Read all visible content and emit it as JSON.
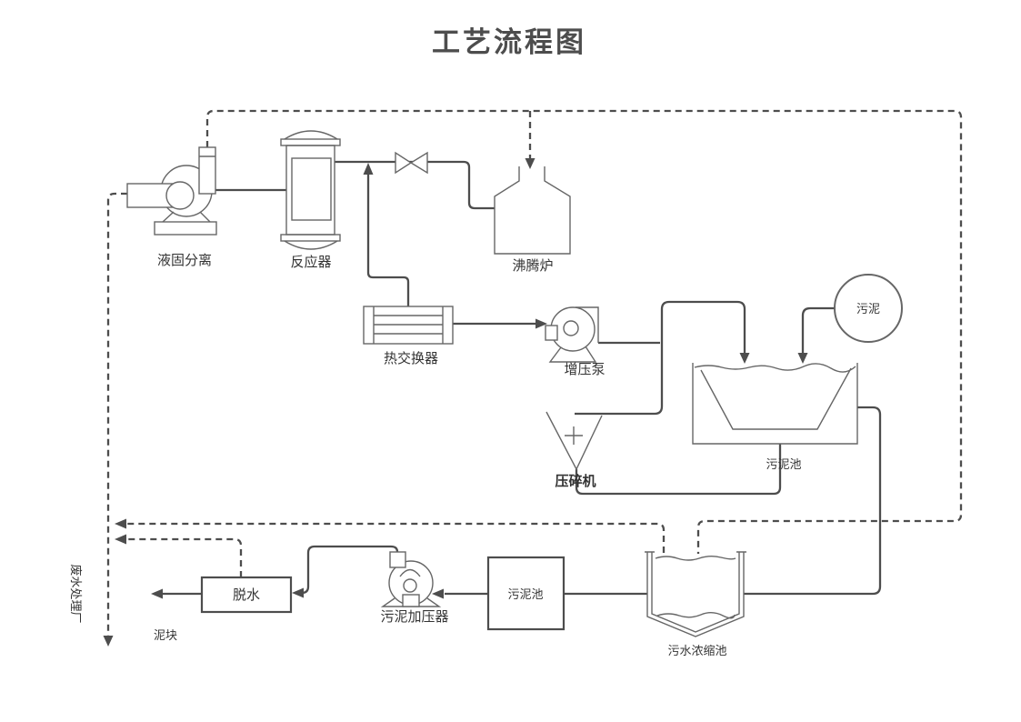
{
  "title": "工艺流程图",
  "nodes": {
    "separator": {
      "label": "液固分离"
    },
    "reactor": {
      "label": "反应器"
    },
    "furnace": {
      "label": "沸腾炉"
    },
    "heat_exchanger": {
      "label": "热交换器"
    },
    "booster_pump": {
      "label": "增压泵"
    },
    "sludge_source": {
      "label": "污泥"
    },
    "sludge_pond": {
      "label": "污泥池"
    },
    "crusher": {
      "label": "压碎机"
    },
    "sewage_thickener": {
      "label": "污水浓缩池"
    },
    "sludge_tank": {
      "label": "污泥池"
    },
    "sludge_pressurizer": {
      "label": "污泥加压器"
    },
    "dewatering": {
      "label": "脱水"
    },
    "mud_block": {
      "label": "泥块"
    },
    "wastewater_plant": {
      "label": "废水处理厂"
    }
  },
  "colors": {
    "pipe": "#4d4d4d",
    "outline": "#666666",
    "text": "#333333",
    "title": "#4d4d4d",
    "background": "#ffffff"
  }
}
